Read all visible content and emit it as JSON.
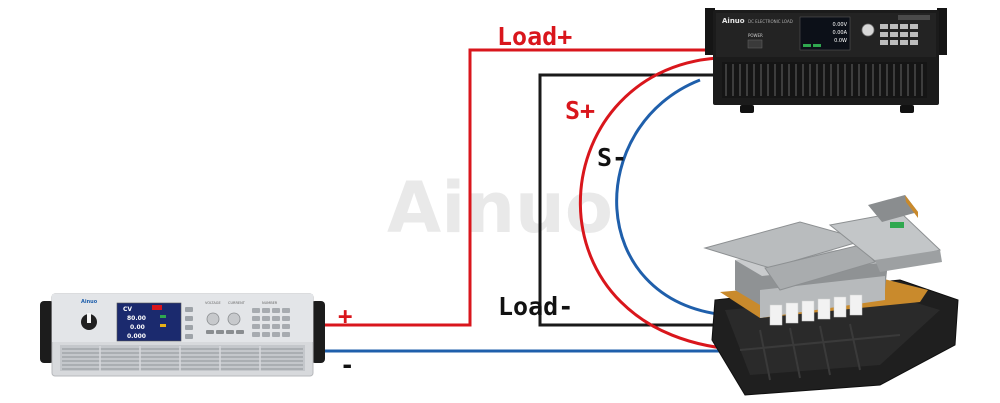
{
  "watermark": "Ainuo",
  "labels": {
    "load_plus": "Load+",
    "load_minus": "Load-",
    "sense_plus": "S+",
    "sense_minus": "S-",
    "supply_plus": "+",
    "supply_minus": "-"
  },
  "electronic_load": {
    "brand": "Ainuo",
    "model_caption": "DC ELECTRONIC LOAD",
    "power_label": "POWER",
    "readings": [
      "0.00V",
      "0.00A",
      "0.0W"
    ]
  },
  "dc_source": {
    "brand": "Ainuo",
    "mode": "CV",
    "readings": [
      "80.00",
      "0.00",
      "0.000"
    ],
    "sections": [
      "VOLTAGE",
      "CURRENT",
      "NUMBER"
    ]
  },
  "colors": {
    "positive_wire": "#d9161c",
    "negative_wire": "#1f5fab",
    "load_wire": "#1a1a1a"
  }
}
